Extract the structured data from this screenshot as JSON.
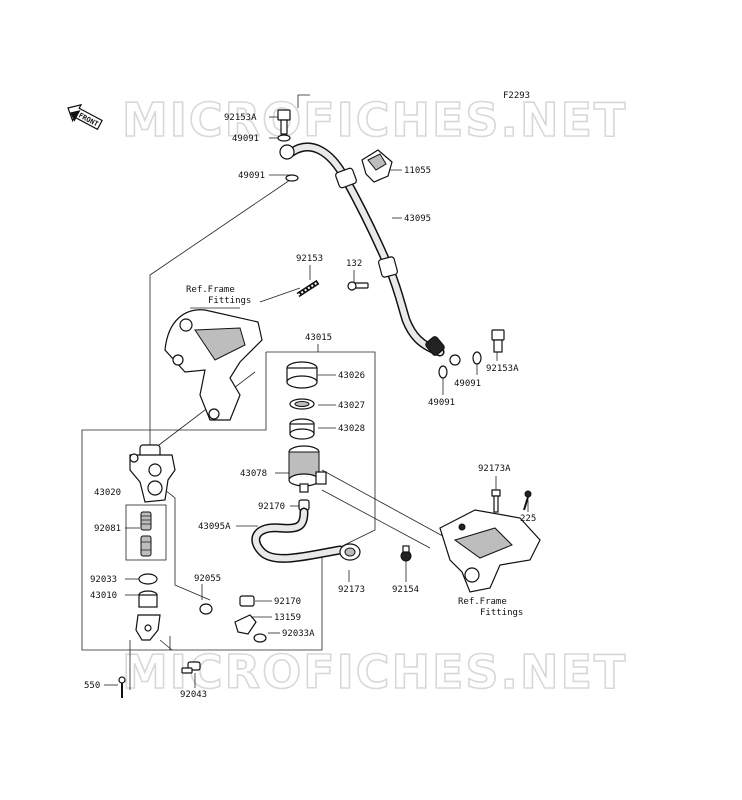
{
  "diagram": {
    "code": "F2293",
    "watermark": "MICROFICHES.NET",
    "front_label": "FRONT",
    "ref_frame_label_1": [
      "Ref.Frame",
      "Fittings"
    ],
    "ref_frame_label_2": [
      "Ref.Frame",
      "Fittings"
    ]
  },
  "parts": {
    "p92153a_top": "92153A",
    "p49091_a": "49091",
    "p49091_b": "49091",
    "p11055": "11055",
    "p43095": "43095",
    "p92153": "92153",
    "p132": "132",
    "p43015": "43015",
    "p43026": "43026",
    "p43027": "43027",
    "p43028": "43028",
    "p43078": "43078",
    "p92170_a": "92170",
    "p43095a": "43095A",
    "p43020": "43020",
    "p92081": "92081",
    "p92033": "92033",
    "p92055": "92055",
    "p43010": "43010",
    "p92170_b": "92170",
    "p13159": "13159",
    "p92033a": "92033A",
    "p92173": "92173",
    "p92154": "92154",
    "p92173a": "92173A",
    "p225": "225",
    "p49091_c": "49091",
    "p92153a_right": "92153A",
    "p49091_d": "49091",
    "p550": "550",
    "p92043": "92043"
  }
}
